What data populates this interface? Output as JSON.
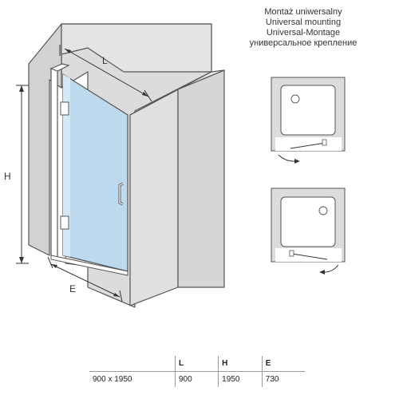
{
  "mounting": {
    "lines": [
      "Montaż uniwersalny",
      "Universal mounting",
      "Universal-Montage",
      "универсальное крепление"
    ]
  },
  "dimensions": {
    "length_label": "L",
    "height_label": "H",
    "depth_label": "E"
  },
  "table": {
    "headers": [
      "",
      "L",
      "H",
      "E"
    ],
    "rows": [
      [
        "900 x 1950",
        "900",
        "1950",
        "730"
      ]
    ]
  },
  "colors": {
    "wall": "#dcdcdc",
    "glass": "#bcd9ee",
    "frame": "#ffffff",
    "tray": "#e8e8e8",
    "line": "#555555"
  }
}
